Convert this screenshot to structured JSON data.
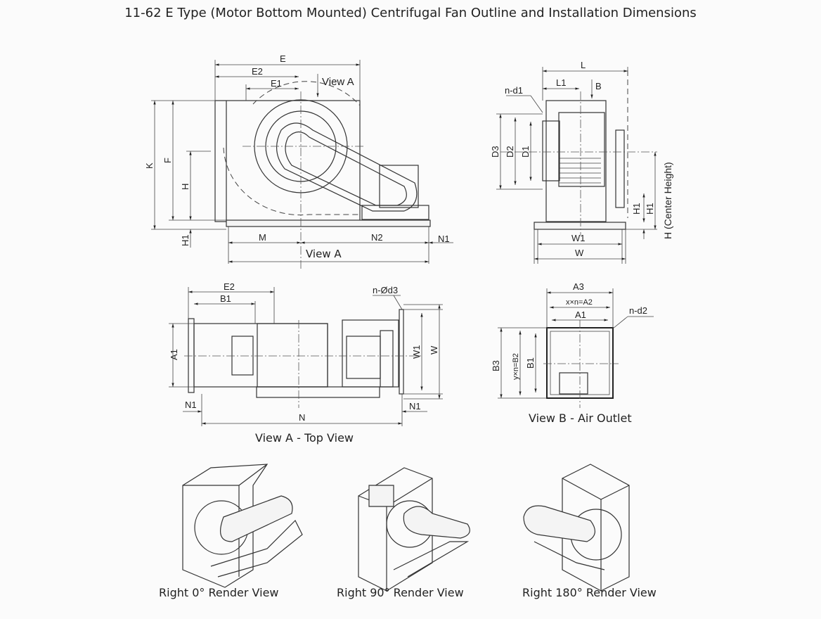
{
  "title": "11-62 E Type (Motor Bottom Mounted) Centrifugal Fan Outline and Installation Dimensions",
  "front_view": {
    "labels": {
      "E": "E",
      "E2": "E2",
      "E1": "E1",
      "view_a_arrow": "View A",
      "K": "K",
      "F": "F",
      "H": "H",
      "H1": "H1",
      "M": "M",
      "N2": "N2",
      "N1": "N1"
    },
    "caption": "View A"
  },
  "side_view": {
    "labels": {
      "L": "L",
      "L1": "L1",
      "B": "B",
      "n_d1": "n-d1",
      "D3": "D3",
      "D2": "D2",
      "D1": "D1",
      "H1a": "H1",
      "H1b": "H1",
      "H_center": "H (Center Height)",
      "W1": "W1",
      "W": "W"
    }
  },
  "top_view": {
    "labels": {
      "E2": "E2",
      "B1": "B1",
      "n_d3": "n-Ød3",
      "A1": "A1",
      "W1": "W1",
      "W": "W",
      "N1_left": "N1",
      "N1_right": "N1",
      "N": "N"
    },
    "caption": "View A - Top View"
  },
  "outlet_view": {
    "labels": {
      "A3": "A3",
      "A2": "x×n=A2",
      "A1": "A1",
      "n_d2": "n-d2",
      "B3": "B3",
      "B2": "y×n=B2",
      "B1": "B1"
    },
    "caption": "View B - Air Outlet"
  },
  "render_views": [
    {
      "caption": "Right 0° Render View"
    },
    {
      "caption": "Right 90° Render View"
    },
    {
      "caption": "Right 180° Render View"
    }
  ]
}
